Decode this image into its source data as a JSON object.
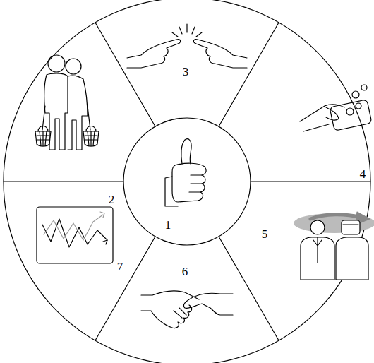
{
  "diagram": {
    "labels": [
      "3",
      "2",
      "4",
      "1",
      "5",
      "7",
      "6"
    ]
  }
}
